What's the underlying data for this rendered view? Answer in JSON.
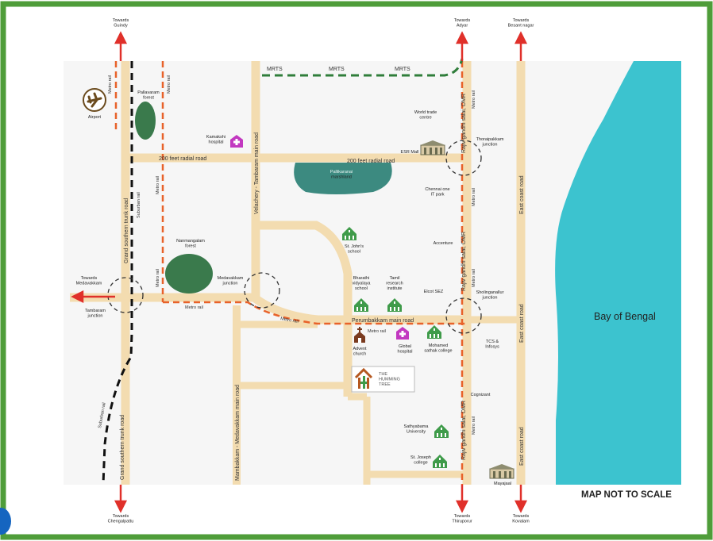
{
  "directions": {
    "guindy": "Towards\nGuindy",
    "adyar": "Towards\nAdyar",
    "besant_nagar": "Towards\nBesant nagar",
    "madipakkam": "Towards\nMedavakkam",
    "chengalpattu": "Towards\nChengalpattu",
    "thiruporur": "Towards\nThiruporur",
    "kovalam": "Towards\nKovalam"
  },
  "roads": {
    "mrts_1": "MRTS",
    "mrts_2": "MRTS",
    "mrts_3": "MRTS",
    "radial_left": "200 feet radial road",
    "radial_right": "200 feet radial road",
    "velachery_tambaram": "Velachery - Tambaram main road",
    "gst_top": "Grand southern trunk road",
    "gst_bottom": "Grand southern trunk road",
    "perumbakkam": "Perumbakkam main road",
    "mambakkam": "Mambakkam - Medavakkam main road",
    "omr_1": "Rajiv gandhi salai, OMR",
    "omr_2": "Rajiv gandhi salai, OMR",
    "omr_3": "Rajiv gandhi salai, OMR",
    "ecr_1": "East coast road",
    "ecr_2": "East coast road",
    "ecr_3": "East coast road"
  },
  "rails": {
    "metro_1": "Metro rail",
    "metro_2": "Metro rail",
    "metro_3": "Metro rail",
    "metro_4": "Metro rail",
    "metro_5": "Metro rail",
    "metro_6": "Metro rail",
    "metro_7": "Metro rail",
    "metro_8": "Metro rail",
    "metro_9": "Metro rail",
    "metro_10": "Metro rail",
    "metro_11": "Metro rail",
    "suburban_1": "Suburban rail",
    "suburban_2": "Suburban rail"
  },
  "places": {
    "airport": "Airport",
    "pallavaram_forest": "Pallavaram\nforest",
    "kamakshi_hospital": "Kamakshi\nhospital",
    "pallikaranai": "Pallikaranai\nmarshland",
    "nanmangalam": "Nanmangalam\nforest",
    "medavakkam_junction": "Medavakkam\njunction",
    "tambaram_junction": "Tambaram\njunction",
    "world_trade": "World trade\ncentre",
    "esr_mall": "ESR Mall",
    "thoraipakkam": "Thoraipakkam\njunction",
    "chennai_one": "Chennai one\nIT park",
    "accenture": "Accenture",
    "st_johns": "St. John's\nschool",
    "bharathi": "Bharathi\nvidyalaya\nschool",
    "tamil_research": "Tamil\nresearch\ninstitute",
    "elcot": "Elcot SEZ",
    "sholinganallur": "Sholinganallur\njunction",
    "advent": "Advent\nchurch",
    "global": "Global\nhospital",
    "mohamed": "Mohamed\nsathak college",
    "tcs": "TCS &\nInfosys",
    "cognizant": "Cognizant",
    "sathyabama": "Sathyabama\nUniversity",
    "st_joseph": "St. Joseph\ncollege",
    "mayajaal": "Mayajaal"
  },
  "logo_text": "THE\nHUMMING\nTREE",
  "bay": "Bay of Bengal",
  "scale_note": "MAP NOT TO SCALE",
  "colors": {
    "border": "#4f9d3a",
    "road": "#f3dcb0",
    "sea": "#3cc3cf",
    "metro": "#e8622a",
    "mrts": "#2f7d3a",
    "arrow": "#e0302a",
    "park": "#3a7a4c",
    "marsh": "#3c8a80",
    "building": "#3f9b4a",
    "hospital": "#c238c0"
  }
}
